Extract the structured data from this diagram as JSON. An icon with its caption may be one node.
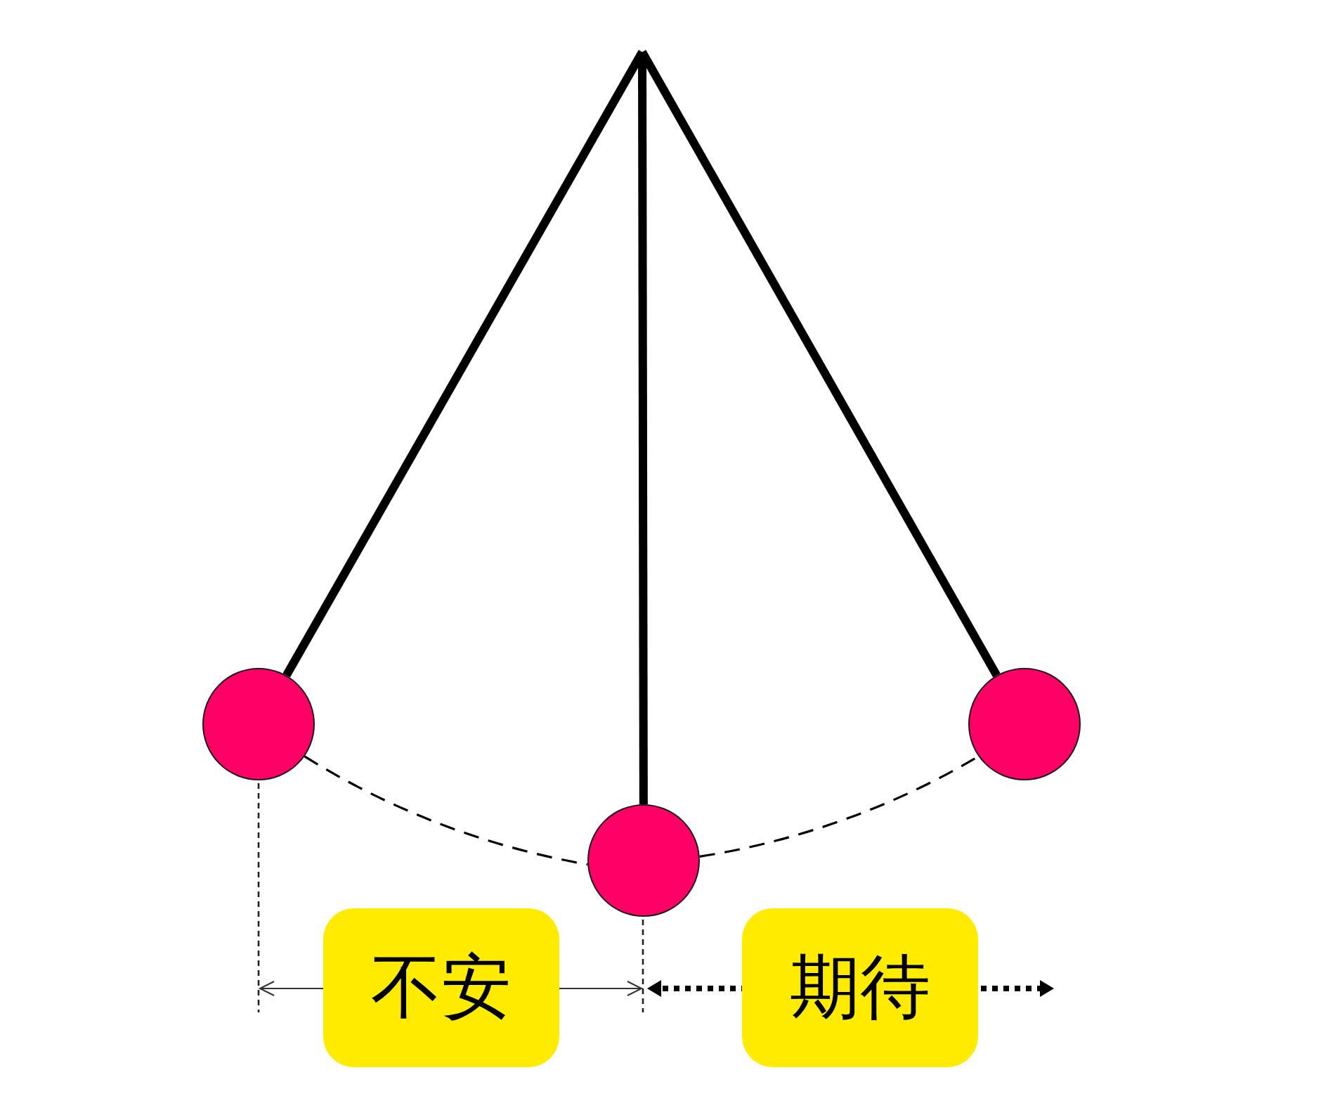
{
  "diagram": {
    "nodes": [
      {
        "text": [],
        "shape": "circle"
      },
      {
        "text": [],
        "shape": "circle"
      },
      {
        "text": [],
        "shape": "circle"
      },
      {
        "text": [
          "不安"
        ]
      },
      {
        "text": [
          "期待"
        ]
      }
    ],
    "edges": [
      {
        "from": null,
        "to": 0,
        "arrow": "none"
      },
      {
        "from": null,
        "to": 1,
        "arrow": "none"
      },
      {
        "from": null,
        "to": 2,
        "arrow": "none"
      },
      {
        "from": 0,
        "to": 1,
        "arrow": "none",
        "style": "dashed"
      },
      {
        "from": 1,
        "to": 2,
        "arrow": "none",
        "style": "dashed"
      }
    ]
  }
}
